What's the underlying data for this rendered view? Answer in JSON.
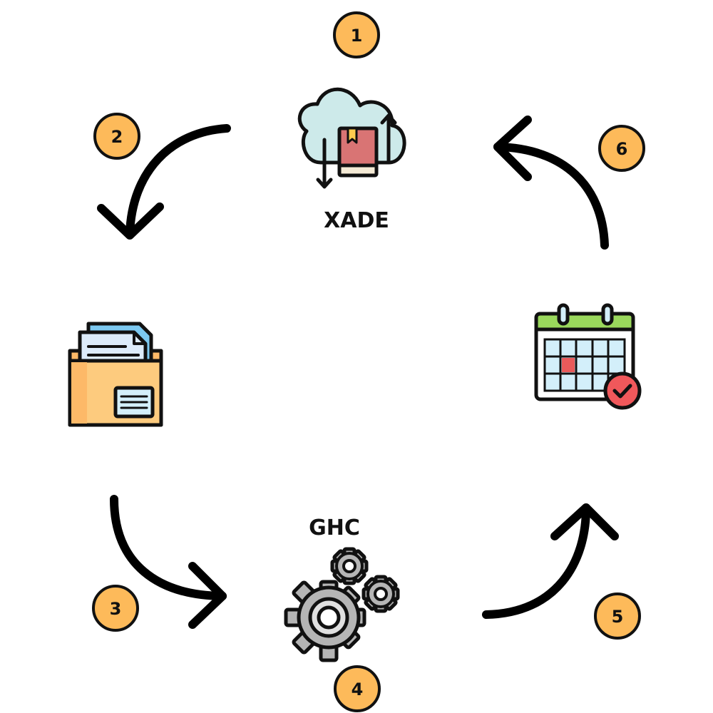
{
  "steps": {
    "s1": {
      "number": "1",
      "label": "XADE",
      "icon": "cloud-book-sync-icon"
    },
    "s2": {
      "number": "2",
      "label": "",
      "icon": "folder-documents-icon"
    },
    "s3": {
      "number": "3",
      "label": "",
      "icon": ""
    },
    "s4": {
      "number": "4",
      "label": "GHC",
      "icon": "gears-icon"
    },
    "s5": {
      "number": "5",
      "label": "",
      "icon": "calendar-check-icon"
    },
    "s6": {
      "number": "6",
      "label": "",
      "icon": ""
    }
  },
  "colors": {
    "badge_fill": "#FDBA5A",
    "outline": "#111111",
    "cloud": "#CDEAEA",
    "book": "#D97474",
    "folder": "#FDCB7E",
    "paper_blue": "#7CC8F0",
    "gear": "#B5B5B5",
    "calendar_header": "#9AD85C",
    "calendar_cell": "#D3EFFA",
    "calendar_mark": "#E85A5A",
    "check_badge": "#F0585B"
  }
}
